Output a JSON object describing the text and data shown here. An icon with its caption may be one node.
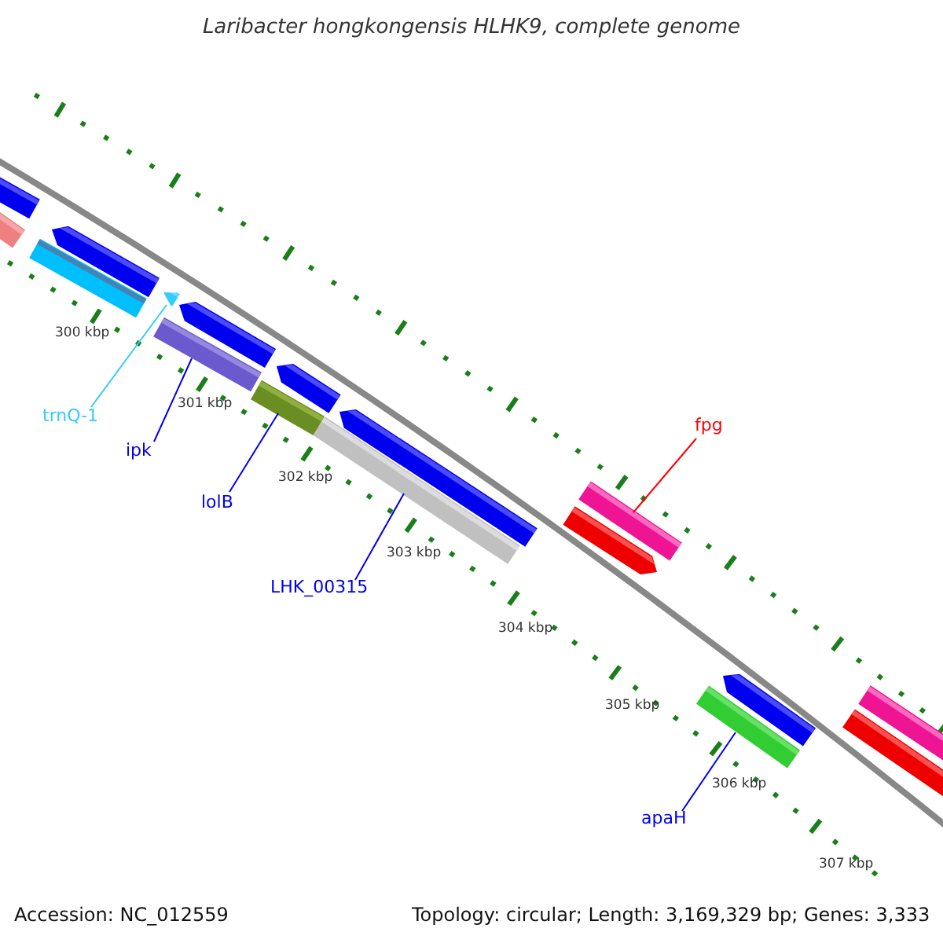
{
  "diagram": {
    "title": "Laribacter hongkongensis HLHK9, complete genome",
    "nodes": [
      {
        "text": [
          "trnQ-1"
        ]
      },
      {
        "text": [
          "ipk"
        ]
      },
      {
        "text": [
          "lolB"
        ]
      },
      {
        "text": [
          "LHK_00315"
        ]
      },
      {
        "text": [
          "fpg"
        ]
      },
      {
        "text": [
          "apaH"
        ]
      },
      {
        "text": [],
        "shape": "arrow"
      },
      {
        "text": [],
        "shape": "bar"
      },
      {
        "text": [],
        "shape": "bar"
      },
      {
        "text": [],
        "shape": "bar"
      },
      {
        "text": [],
        "shape": "bar"
      },
      {
        "text": [],
        "shape": "bar"
      },
      {
        "text": [],
        "shape": "bar"
      },
      {
        "text": [],
        "shape": "bar"
      },
      {
        "text": [],
        "shape": "bar"
      },
      {
        "text": [],
        "shape": "bar"
      },
      {
        "text": [],
        "shape": "bar"
      },
      {
        "text": [],
        "shape": "bar"
      },
      {
        "text": [],
        "shape": "bar"
      },
      {
        "text": [],
        "shape": "bar"
      },
      {
        "text": [],
        "shape": "bar"
      },
      {
        "text": [],
        "shape": "bar"
      },
      {
        "text": [],
        "shape": "bar"
      }
    ],
    "edges": [
      {
        "from": 0,
        "to": 6,
        "arrow": "none",
        "color": "#33ccff"
      },
      {
        "from": 1,
        "to": 7,
        "arrow": "none"
      },
      {
        "from": 2,
        "to": 8,
        "arrow": "none"
      },
      {
        "from": 3,
        "to": 9,
        "arrow": "none"
      },
      {
        "from": 4,
        "to": 10,
        "arrow": "none",
        "color": "#ff0000"
      },
      {
        "from": 5,
        "to": 11,
        "arrow": "none"
      }
    ],
    "labels": [
      "300 kbp",
      "301 kbp",
      "302 kbp",
      "303 kbp",
      "304 kbp",
      "305 kbp",
      "306 kbp",
      "307 kbp",
      "Accession: NC_012559",
      "Topology: circular; Length: 3,169,329 bp; Genes: 3,333"
    ]
  }
}
